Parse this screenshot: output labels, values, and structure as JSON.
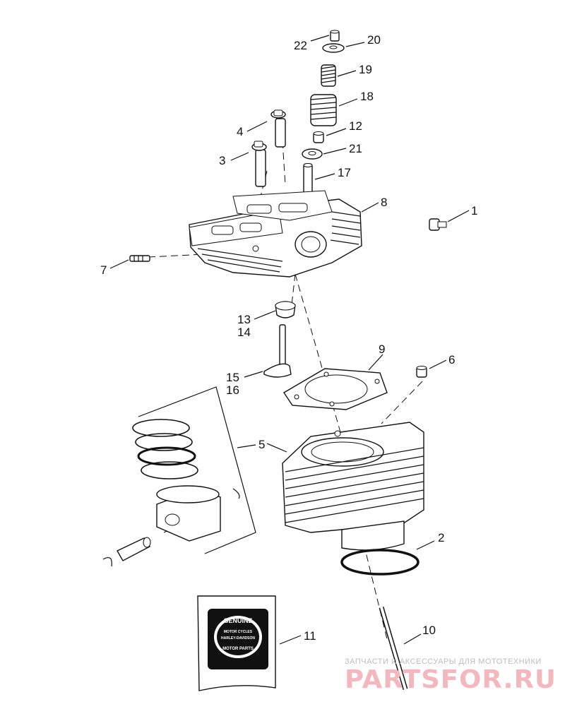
{
  "callouts": [
    {
      "id": "c1",
      "label": "1"
    },
    {
      "id": "c2",
      "label": "2"
    },
    {
      "id": "c3",
      "label": "3"
    },
    {
      "id": "c4",
      "label": "4"
    },
    {
      "id": "c5",
      "label": "5"
    },
    {
      "id": "c6",
      "label": "6"
    },
    {
      "id": "c7",
      "label": "7"
    },
    {
      "id": "c8",
      "label": "8"
    },
    {
      "id": "c9",
      "label": "9"
    },
    {
      "id": "c10",
      "label": "10"
    },
    {
      "id": "c11",
      "label": "11"
    },
    {
      "id": "c12",
      "label": "12"
    },
    {
      "id": "c13",
      "label": "13"
    },
    {
      "id": "c14",
      "label": "14"
    },
    {
      "id": "c15",
      "label": "15"
    },
    {
      "id": "c16",
      "label": "16"
    },
    {
      "id": "c17",
      "label": "17"
    },
    {
      "id": "c18",
      "label": "18"
    },
    {
      "id": "c19",
      "label": "19"
    },
    {
      "id": "c20",
      "label": "20"
    },
    {
      "id": "c21",
      "label": "21"
    },
    {
      "id": "c22",
      "label": "22"
    }
  ],
  "logo": {
    "line1": "GENUINE",
    "line2": "MOTOR CYCLES",
    "line3": "HARLEY-DAVIDSON",
    "line4": "MOTOR PARTS"
  },
  "watermark": {
    "tagline": "ЗАПЧАСТИ И АКСЕССУАРЫ ДЛЯ МОТОТЕХНИКИ",
    "brand": "PARTSFOR.RU"
  },
  "colors": {
    "line": "#111111",
    "background": "#ffffff",
    "watermark_brand": "#f2b8c0",
    "watermark_tagline": "#bdbdbd"
  }
}
